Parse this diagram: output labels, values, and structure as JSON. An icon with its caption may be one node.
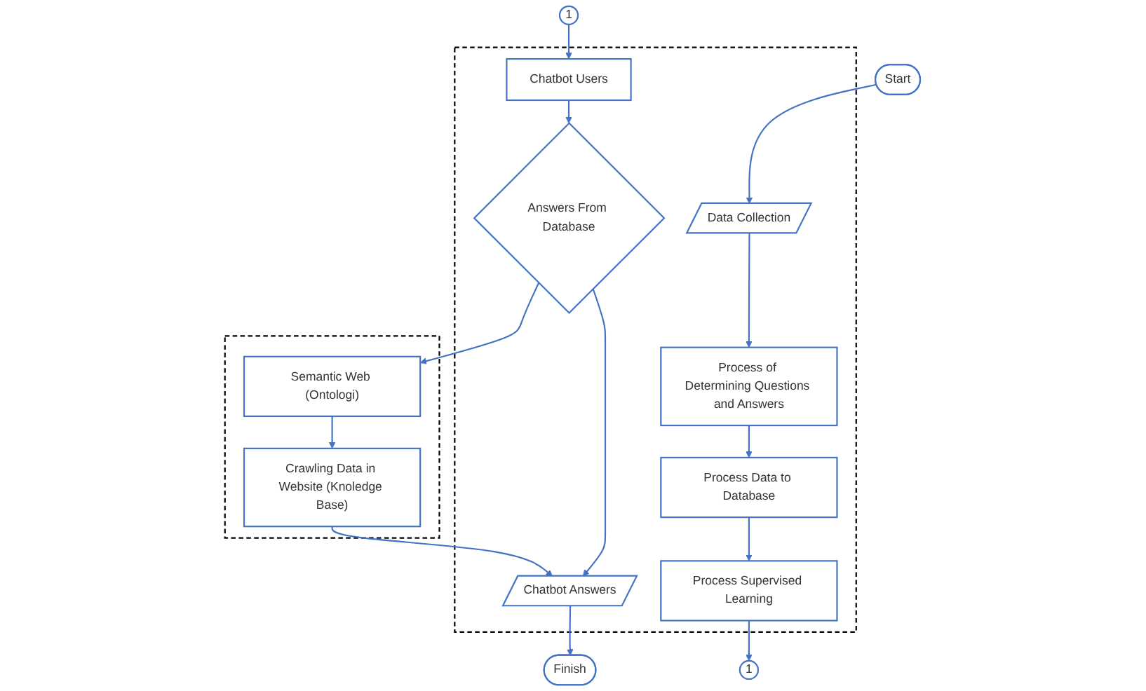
{
  "diagram": {
    "nodes": [
      {
        "text": [
          "Start"
        ]
      },
      {
        "text": [],
        "shape": "box"
      },
      {
        "text": [
          "Data Collection"
        ],
        "in": 1
      },
      {
        "text": [
          "Process of Determining Questions and Answers"
        ],
        "in": 1
      },
      {
        "text": [
          "Process Data to Database"
        ],
        "in": 1
      },
      {
        "text": [
          "Process Supervised Learning"
        ],
        "in": 1
      },
      {
        "text": [
          "1"
        ]
      },
      {
        "text": [
          "1"
        ]
      },
      {
        "text": [
          "Chatbot Users"
        ],
        "in": 1
      },
      {
        "text": [
          "Answers From Database"
        ],
        "in": 1
      },
      {
        "text": [
          "Chatbot Answers"
        ],
        "in": 1
      },
      {
        "text": [
          "Finish"
        ]
      },
      {
        "text": [],
        "shape": "box"
      },
      {
        "text": [
          "Semantic Web (Ontologi)"
        ],
        "in": 12
      },
      {
        "text": [
          "Crawling Data in Website (Knoledge Base)"
        ],
        "in": 12
      }
    ],
    "edges": [
      {
        "from": 0,
        "to": 2,
        "arrow": "to"
      },
      {
        "from": 2,
        "to": 3,
        "arrow": "to"
      },
      {
        "from": 3,
        "to": 4,
        "arrow": "to"
      },
      {
        "from": 4,
        "to": 5,
        "arrow": "to"
      },
      {
        "from": 5,
        "to": 6,
        "arrow": "to"
      },
      {
        "from": 7,
        "to": 8,
        "arrow": "to"
      },
      {
        "from": 8,
        "to": 9,
        "arrow": "to"
      },
      {
        "from": 9,
        "to": 13,
        "arrow": "to"
      },
      {
        "from": 13,
        "to": 14,
        "arrow": "to"
      },
      {
        "from": 14,
        "to": 10,
        "arrow": "to"
      },
      {
        "from": 9,
        "to": 10,
        "arrow": "to"
      },
      {
        "from": 10,
        "to": 11,
        "arrow": "to"
      }
    ]
  }
}
